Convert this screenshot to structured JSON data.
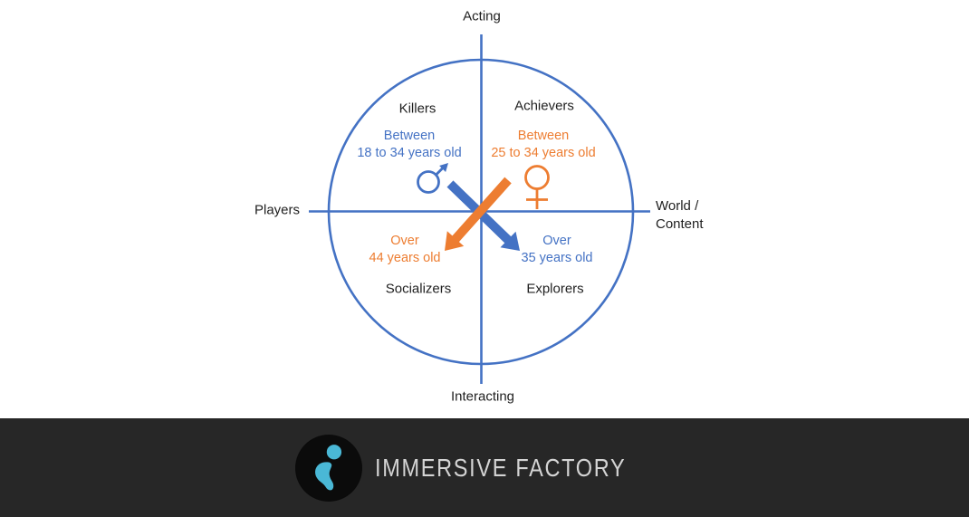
{
  "diagram": {
    "axes": {
      "top": "Acting",
      "bottom": "Interacting",
      "left": "Players",
      "right_line1": "World /",
      "right_line2": "Content"
    },
    "quadrants": {
      "killers": {
        "name": "Killers",
        "age_line1": "Between",
        "age_line2": "18 to 34 years old",
        "age_color": "#4472c4",
        "gender_icon": "male-symbol"
      },
      "achievers": {
        "name": "Achievers",
        "age_line1": "Between",
        "age_line2": "25 to 34 years old",
        "age_color": "#ed7d31",
        "gender_icon": "female-symbol"
      },
      "socializers": {
        "name": "Socializers",
        "age_line1": "Over",
        "age_line2": "44 years old",
        "age_color": "#ed7d31"
      },
      "explorers": {
        "name": "Explorers",
        "age_line1": "Over",
        "age_line2": "35 years old",
        "age_color": "#4472c4"
      }
    },
    "arrows": {
      "blue_arrow": {
        "direction": "from Killers quadrant to Explorers quadrant",
        "color": "#4472c4"
      },
      "orange_arrow": {
        "direction": "from Achievers quadrant to Socializers quadrant",
        "color": "#ed7d31"
      }
    },
    "colors": {
      "axis_and_circle": "#4472c4",
      "blue": "#4472c4",
      "orange": "#ed7d31",
      "text": "#1f1f1f"
    }
  },
  "footer": {
    "brand": "IMMERSIVE FACTORY",
    "background_color": "#272727",
    "logo_icon": "immersive-factory-person-logo",
    "logo_figure_color": "#4ab8d6",
    "logo_background": "#0b0b0b",
    "text_color": "#d4d4d4"
  }
}
